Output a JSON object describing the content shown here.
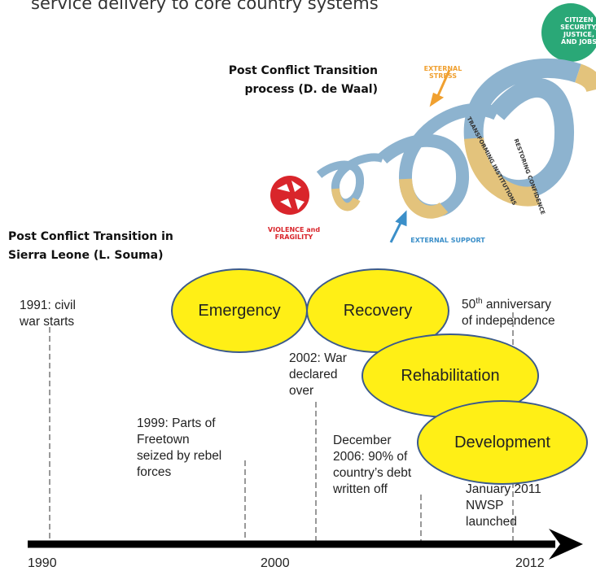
{
  "header": {
    "text": "service delivery to core country systems"
  },
  "transition_diagram": {
    "title_line1": "Post Conflict Transition",
    "title_line2": "process (D. de Waal)",
    "labels": {
      "violence_line1": "VIOLENCE and",
      "violence_line2": "FRAGILITY",
      "citizen_line1": "CITIZEN",
      "citizen_line2": "SECURITY,",
      "citizen_line3": "JUSTICE,",
      "citizen_line4": "AND JOBS",
      "stress_line1": "EXTERNAL",
      "stress_line2": "STRESS",
      "support": "EXTERNAL SUPPORT",
      "restoring": "RESTORING CONFIDENCE",
      "transforming": "TRANSFORMING INSTITUTIONS"
    },
    "colors": {
      "citizen": "#2aa877",
      "violence": "#d9252b",
      "stress": "#f0a030",
      "support": "#3b8fc9",
      "ribbon_tan": "#e3c37c",
      "ribbon_blue": "#8db3cf"
    }
  },
  "timeline": {
    "title_line1": "Post Conflict Transition in",
    "title_line2": "Sierra Leone (L. Souma)",
    "axis_years": [
      "1990",
      "2000",
      "2012"
    ],
    "phases": [
      "Emergency",
      "Recovery",
      "Rehabilitation",
      "Development"
    ],
    "events": {
      "e1991": [
        "1991: civil",
        "war starts"
      ],
      "e1999": [
        "1999:  Parts of",
        "Freetown",
        "seized by rebel",
        "forces"
      ],
      "e2002": [
        "2002:  War",
        "declared",
        "over"
      ],
      "e2006": [
        "December",
        "2006: 90% of",
        "country’s debt",
        "written off"
      ],
      "e2011": [
        "January 2011",
        "NWSP",
        "launched"
      ],
      "e50th_sup": "th",
      "e50th_pre": "50",
      "e50th_rest": " anniversary",
      "e50th_line2": "of independence"
    },
    "colors": {
      "ellipse_fill": "#ffef16",
      "ellipse_border": "#3b5a8c",
      "axis": "#000000"
    }
  }
}
